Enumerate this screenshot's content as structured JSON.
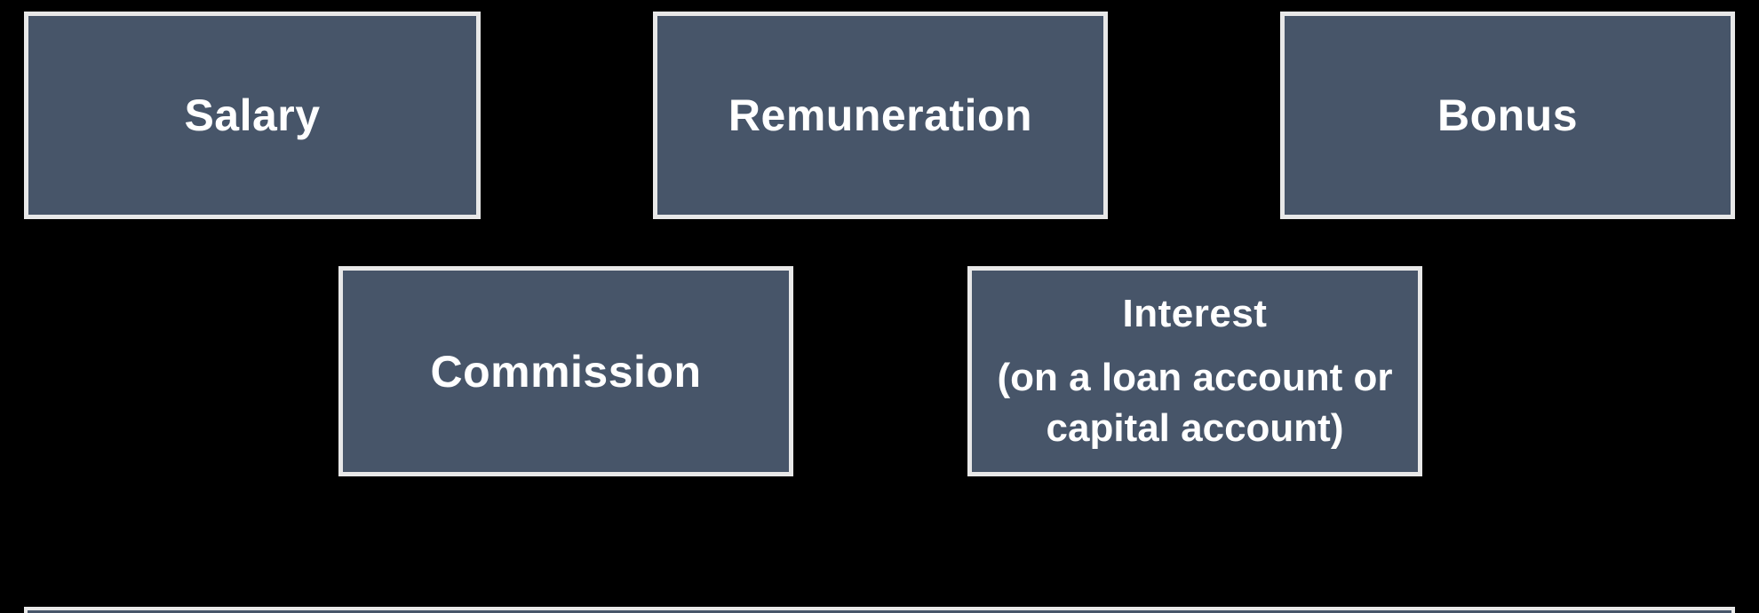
{
  "diagram": {
    "description_colors": {
      "background": "#000000",
      "box_fill": "#475569",
      "box_border": "#e8e8e8",
      "box_text": "#ffffff"
    },
    "boxes": {
      "salary": {
        "label": "Salary"
      },
      "remuneration": {
        "label": "Remuneration"
      },
      "bonus": {
        "label": "Bonus"
      },
      "commission": {
        "label": "Commission"
      },
      "interest": {
        "label": "Interest",
        "sublabel": "(on a loan account or capital account)",
        "sublabel_lines": [
          "(on a loan account or",
          "capital account)"
        ]
      }
    }
  }
}
